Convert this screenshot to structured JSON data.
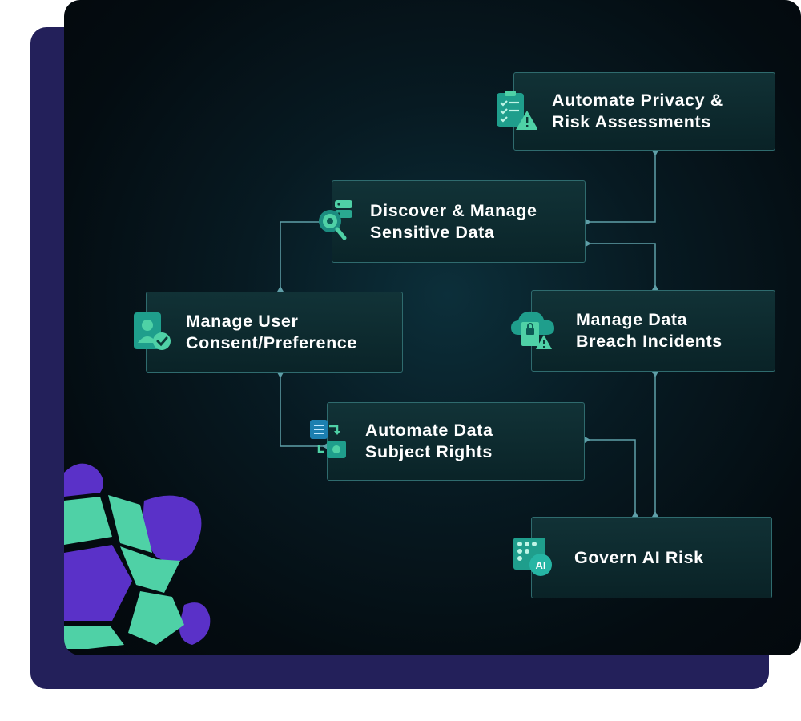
{
  "colors": {
    "back_panel": "#23205a",
    "connector": "#5f9fa8",
    "accent_green": "#4fd1a6",
    "accent_purple": "#5a31c8"
  },
  "nodes": {
    "privacy_risk": {
      "line1": "Automate Privacy &",
      "line2": "Risk Assessments",
      "icon": "checklist-warning-icon"
    },
    "discover_data": {
      "line1": "Discover & Manage",
      "line2": "Sensitive Data",
      "icon": "data-discovery-icon"
    },
    "consent": {
      "line1": "Manage User",
      "line2": "Consent/Preference",
      "icon": "user-consent-icon"
    },
    "breach": {
      "line1": "Manage Data",
      "line2": "Breach Incidents",
      "icon": "cloud-breach-icon"
    },
    "dsr": {
      "line1": "Automate Data",
      "line2": "Subject Rights",
      "icon": "subject-rights-icon"
    },
    "ai_risk": {
      "line1": "Govern AI Risk",
      "icon": "ai-grid-icon",
      "icon_text": "AI"
    }
  }
}
